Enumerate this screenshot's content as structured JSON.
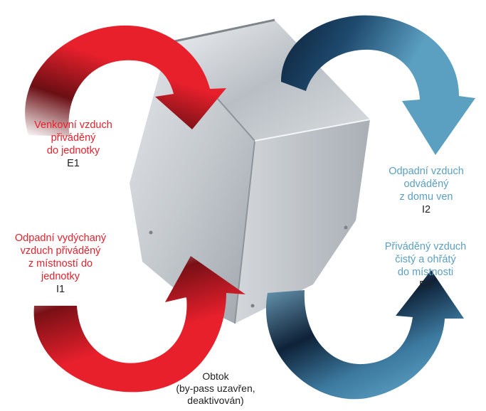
{
  "colors": {
    "supply_red": "#e8202c",
    "exhaust_blue": "#5b9fc1",
    "dark_navy": "#0e2238",
    "unit_metal": "#c9ced3"
  },
  "labels": {
    "e1": {
      "lines": [
        "Venkovní vzduch",
        "přiváděný",
        "do jednotky"
      ],
      "code": "E1"
    },
    "i1": {
      "lines": [
        "Odpadní vydýchaný",
        "vzduch přiváděný",
        "z místností do",
        "jednotky"
      ],
      "code": "I1"
    },
    "i2": {
      "lines": [
        "Odpadní vzduch",
        "odváděný",
        "z domu ven"
      ],
      "code": "I2"
    },
    "e2": {
      "lines": [
        "Přiváděný vzduch",
        "čistý a ohřátý",
        "do místnosti"
      ],
      "code": "E2"
    },
    "bypass": {
      "lines": [
        "Obtok",
        "(by-pass uzavřen,",
        "deaktivován)"
      ]
    }
  }
}
